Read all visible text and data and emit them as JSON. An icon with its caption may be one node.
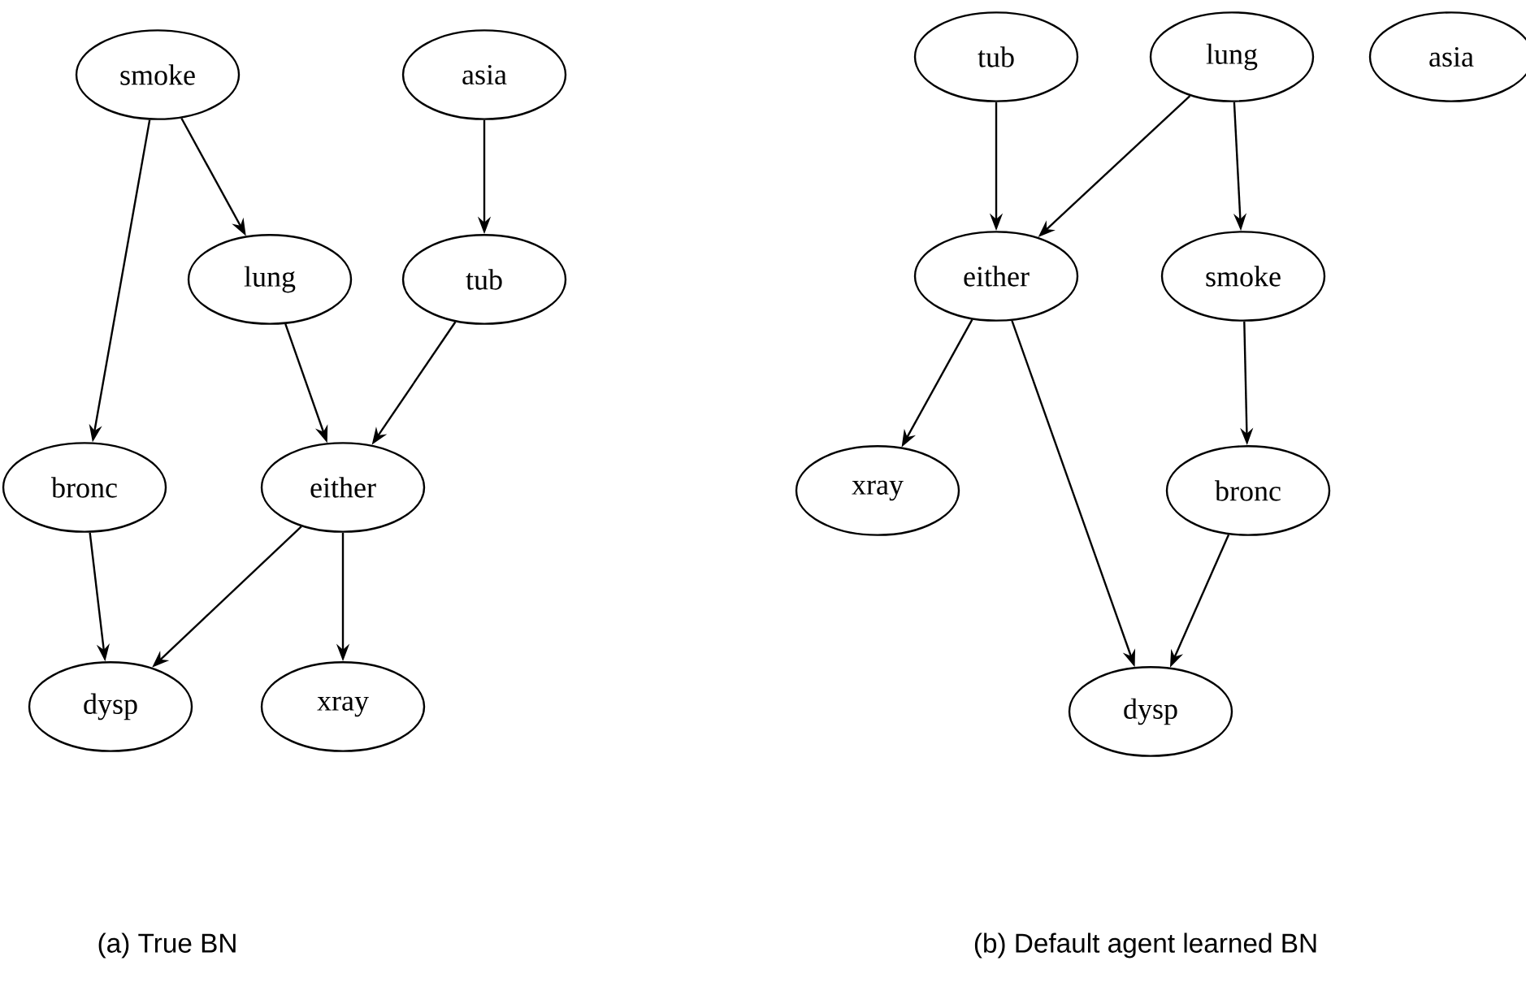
{
  "diagram": {
    "nodes": [
      {
        "text": [
          "smoke"
        ]
      },
      {
        "text": [
          "asia"
        ]
      },
      {
        "text": [
          "lung"
        ]
      },
      {
        "text": [
          "tub"
        ]
      },
      {
        "text": [
          "bronc"
        ]
      },
      {
        "text": [
          "either"
        ]
      },
      {
        "text": [
          "dysp"
        ]
      },
      {
        "text": [
          "xray"
        ]
      },
      {
        "text": [
          "tub"
        ]
      },
      {
        "text": [
          "lung"
        ]
      },
      {
        "text": [
          "asia"
        ]
      },
      {
        "text": [
          "either"
        ]
      },
      {
        "text": [
          "smoke"
        ]
      },
      {
        "text": [
          "xray"
        ]
      },
      {
        "text": [
          "bronc"
        ]
      },
      {
        "text": [
          "dysp"
        ]
      }
    ],
    "edges": [
      {
        "from": 0,
        "to": 2,
        "arrow": "to"
      },
      {
        "from": 0,
        "to": 4,
        "arrow": "to"
      },
      {
        "from": 1,
        "to": 3,
        "arrow": "to"
      },
      {
        "from": 2,
        "to": 5,
        "arrow": "to"
      },
      {
        "from": 3,
        "to": 5,
        "arrow": "to"
      },
      {
        "from": 4,
        "to": 6,
        "arrow": "to"
      },
      {
        "from": 5,
        "to": 6,
        "arrow": "to"
      },
      {
        "from": 5,
        "to": 7,
        "arrow": "to"
      },
      {
        "from": 8,
        "to": 11,
        "arrow": "to"
      },
      {
        "from": 9,
        "to": 11,
        "arrow": "to"
      },
      {
        "from": 9,
        "to": 12,
        "arrow": "to"
      },
      {
        "from": 11,
        "to": 13,
        "arrow": "to"
      },
      {
        "from": 11,
        "to": 15,
        "arrow": "to"
      },
      {
        "from": 12,
        "to": 14,
        "arrow": "to"
      },
      {
        "from": 14,
        "to": 15,
        "arrow": "to"
      }
    ],
    "labels": [
      "(a) True BN",
      "(b) Default agent learned BN"
    ]
  }
}
